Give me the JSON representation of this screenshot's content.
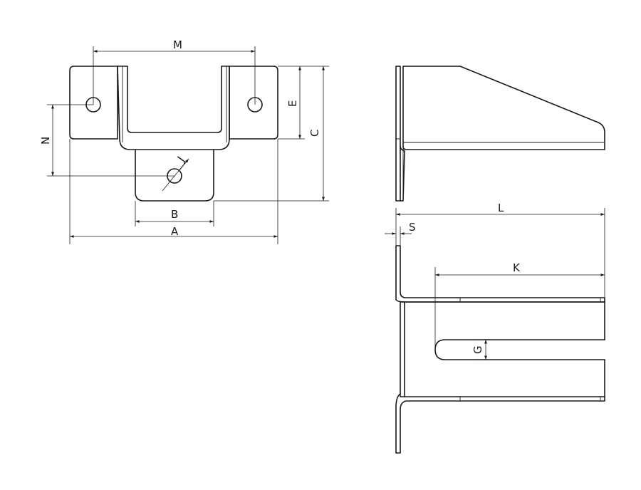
{
  "drawing": {
    "labels": {
      "M": "M",
      "E": "E",
      "C": "C",
      "N": "N",
      "J": "J",
      "B": "B",
      "A": "A",
      "L": "L",
      "S": "S",
      "K": "K",
      "G": "G"
    },
    "line_color": "#1a1a1a",
    "background": "#ffffff"
  }
}
